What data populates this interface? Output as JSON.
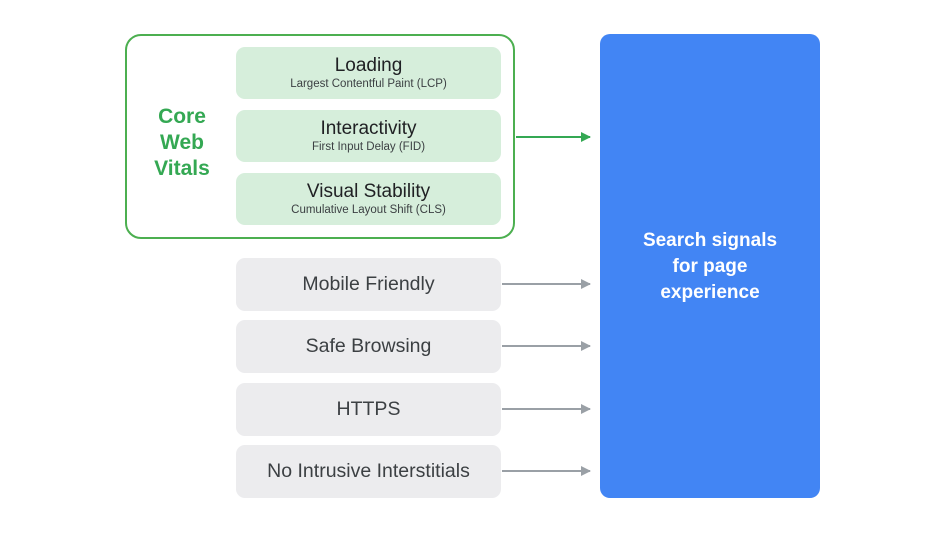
{
  "core_web_vitals": {
    "label": "Core\nWeb\nVitals",
    "color": "#34a853",
    "metrics": [
      {
        "title": "Loading",
        "subtitle": "Largest Contentful Paint (LCP)"
      },
      {
        "title": "Interactivity",
        "subtitle": "First Input Delay (FID)"
      },
      {
        "title": "Visual Stability",
        "subtitle": "Cumulative Layout Shift (CLS)"
      }
    ]
  },
  "signals": [
    {
      "label": "Mobile Friendly"
    },
    {
      "label": "Safe Browsing"
    },
    {
      "label": "HTTPS"
    },
    {
      "label": "No Intrusive Interstitials"
    }
  ],
  "output": {
    "label": "Search signals\nfor page\nexperience",
    "color": "#4285f4"
  }
}
